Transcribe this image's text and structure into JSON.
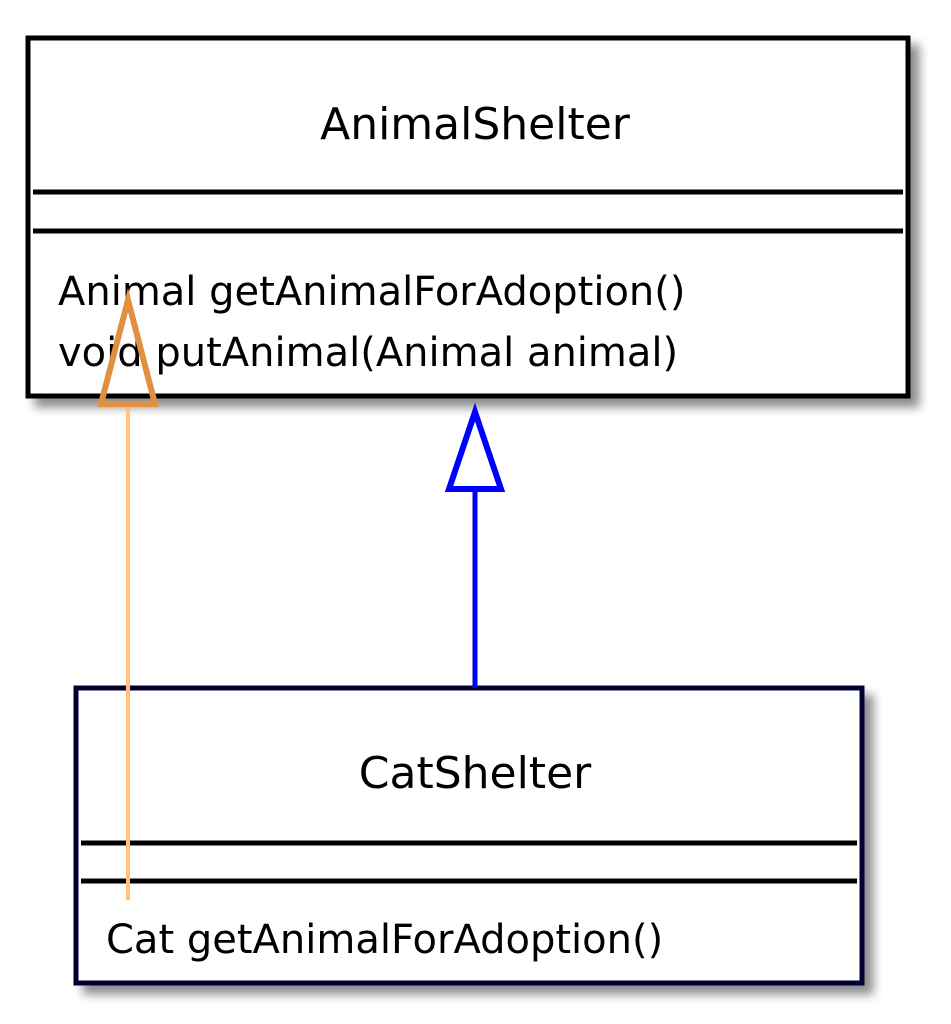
{
  "diagram": {
    "classes": [
      {
        "id": "animal-shelter",
        "name": "AnimalShelter",
        "attributes": [],
        "methods": [
          "Animal getAnimalForAdoption()",
          "void putAnimal(Animal animal)"
        ],
        "border_color": "#000000"
      },
      {
        "id": "cat-shelter",
        "name": "CatShelter",
        "attributes": [],
        "methods": [
          "Cat getAnimalForAdoption()"
        ],
        "border_color": "#000033"
      }
    ],
    "relations": [
      {
        "type": "generalization",
        "from": "CatShelter",
        "to": "AnimalShelter",
        "color": "#0000ff"
      },
      {
        "type": "generalization",
        "from": "CatShelter",
        "to": "AnimalShelter",
        "color": "#ffc080",
        "arrowhead_color": "#e09040"
      }
    ]
  }
}
